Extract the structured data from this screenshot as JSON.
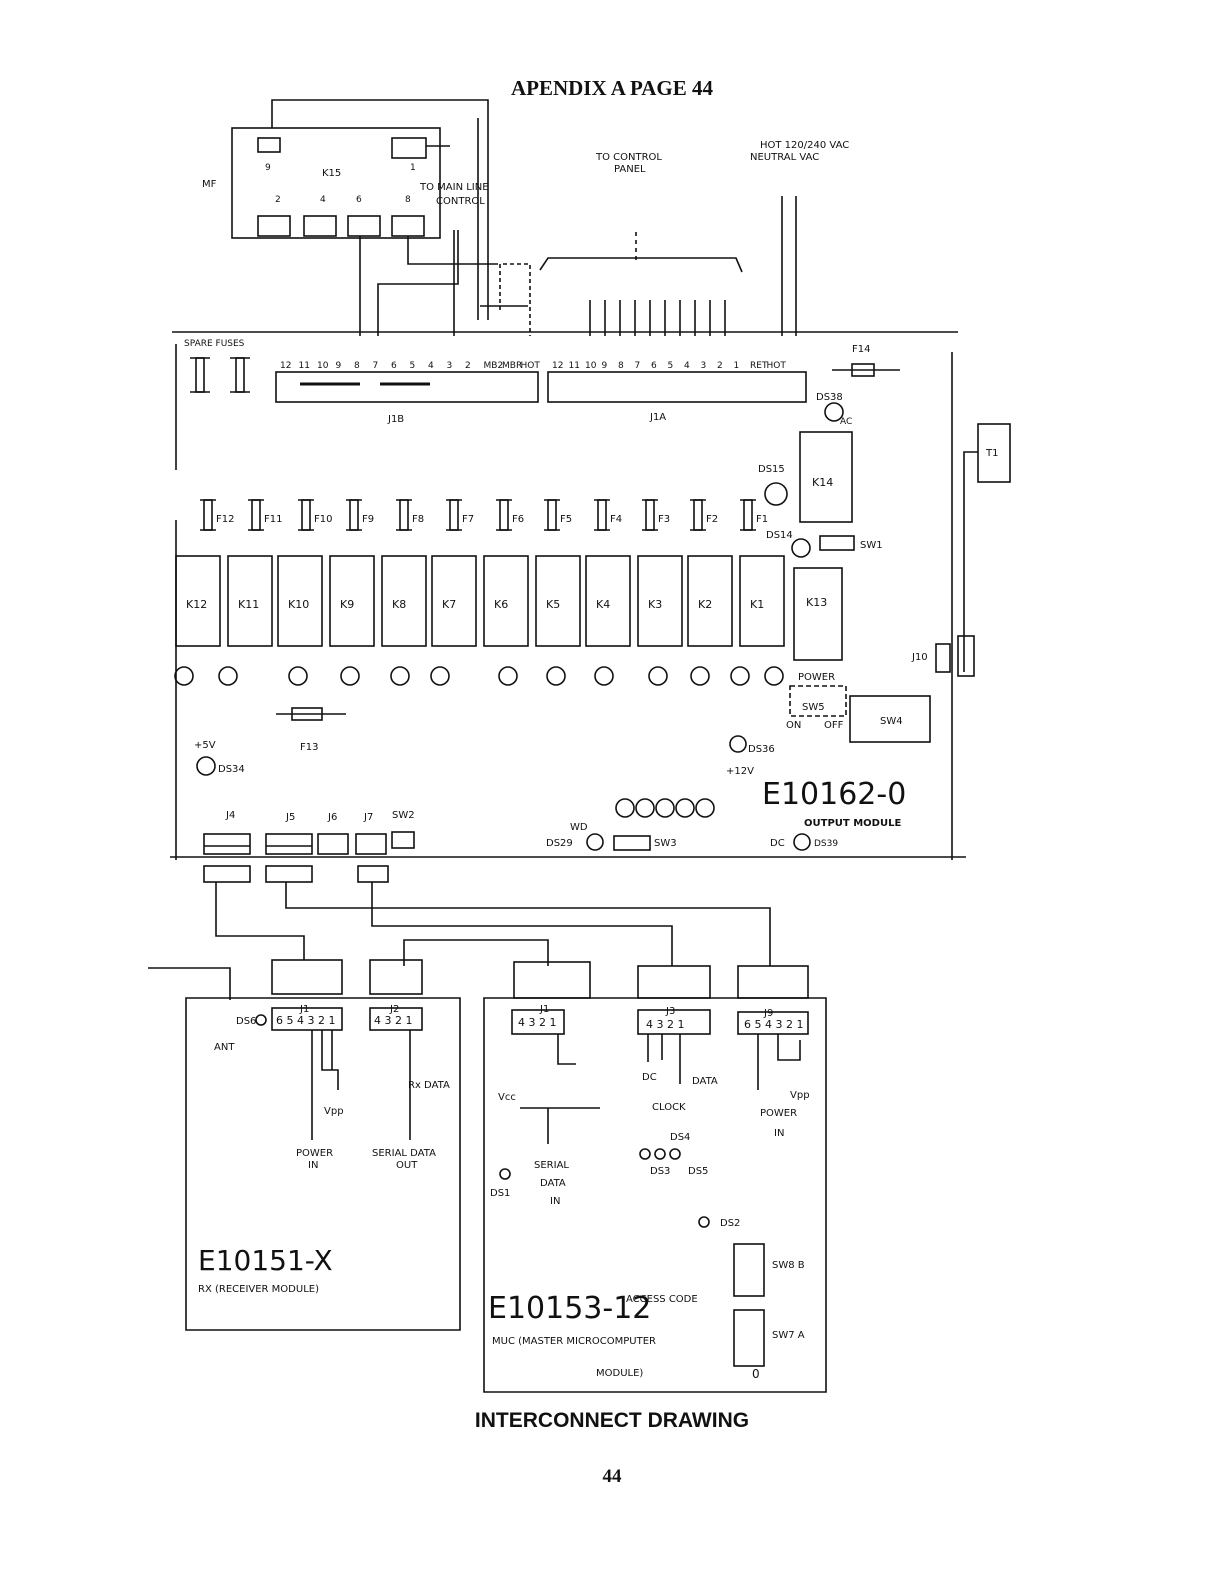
{
  "header": {
    "title": "APENDIX A PAGE 44"
  },
  "footer": {
    "caption": "INTERCONNECT DRAWING",
    "page_number": "44"
  },
  "top": {
    "mf": "MF",
    "k15": "K15",
    "k15_pins": [
      "9",
      "1",
      "2",
      "4",
      "6",
      "8"
    ],
    "main_line": [
      "TO MAIN LINE",
      "CONTROL"
    ],
    "control_panel": [
      "TO CONTROL",
      "PANEL"
    ],
    "vac": [
      "HOT 120/240 VAC",
      "NEUTRAL VAC"
    ]
  },
  "output_module": {
    "spare_fuses": "SPARE FUSES",
    "j1b": "J1B",
    "j1b_pins": [
      "12",
      "11",
      "10",
      "9",
      "8",
      "7",
      "6",
      "5",
      "4",
      "3",
      "2",
      "MB2",
      "MBR",
      "HOT"
    ],
    "j1a": "J1A",
    "j1a_pins": [
      "12",
      "11",
      "10",
      "9",
      "8",
      "7",
      "6",
      "5",
      "4",
      "3",
      "2",
      "1",
      "RET",
      "HOT"
    ],
    "f14": "F14",
    "ds38": "DS38",
    "ac": "AC",
    "ds15": "DS15",
    "ds14": "DS14",
    "k14": "K14",
    "k13": "K13",
    "sw1": "SW1",
    "t1": "T1",
    "fuses": [
      "F12",
      "F11",
      "F10",
      "F9",
      "F8",
      "F7",
      "F6",
      "F5",
      "F4",
      "F3",
      "F2",
      "F1"
    ],
    "relays": [
      "K12",
      "K11",
      "K10",
      "K9",
      "K8",
      "K7",
      "K6",
      "K5",
      "K4",
      "K3",
      "K2",
      "K1"
    ],
    "power": "POWER",
    "sw5": "SW5",
    "on": "ON",
    "off": "OFF",
    "sw4": "SW4",
    "j10": "J10",
    "f13": "F13",
    "plus5v": "+5V",
    "ds34": "DS34",
    "ds36": "DS36",
    "plus12v": "+12V",
    "part": "E10162-0",
    "name": "OUTPUT MODULE",
    "connectors": [
      "J4",
      "J5",
      "J6",
      "J7",
      "SW2"
    ],
    "wd": "WD",
    "ds29": "DS29",
    "sw3": "SW3",
    "dc": "DC",
    "ds39": "DS39"
  },
  "rx_module": {
    "ds6": "DS6",
    "ant": "ANT",
    "j1": "J1",
    "j1_pins": "6 5 4 3 2 1",
    "j2": "J2",
    "j2_pins": "4 3 2 1",
    "rx_data": "Rx DATA",
    "vpp": "Vpp",
    "power_in": [
      "POWER",
      "IN"
    ],
    "serial_out": [
      "SERIAL DATA",
      "OUT"
    ],
    "part": "E10151-X",
    "name": "RX (RECEIVER MODULE)"
  },
  "muc_module": {
    "j1": "J1",
    "j1_pins": "4 3 2 1",
    "j3": "J3",
    "j3_pins": "4 3 2 1",
    "j9": "J9",
    "j9_pins": "6 5 4 3 2 1",
    "dc": "DC",
    "data": "DATA",
    "clock": "CLOCK",
    "vpp": "Vpp",
    "power_in": [
      "POWER",
      "IN"
    ],
    "vcc": "Vcc",
    "serial_in": [
      "SERIAL",
      "DATA",
      "IN"
    ],
    "ds1": "DS1",
    "ds4": "DS4",
    "ds3": "DS3",
    "ds5": "DS5",
    "ds2": "DS2",
    "sw8": "SW8 B",
    "sw7": "SW7 A",
    "part": "E10153-12",
    "access": "ACCESS CODE",
    "name": [
      "MUC (MASTER MICROCOMPUTER",
      "MODULE)"
    ],
    "zero": "0"
  }
}
